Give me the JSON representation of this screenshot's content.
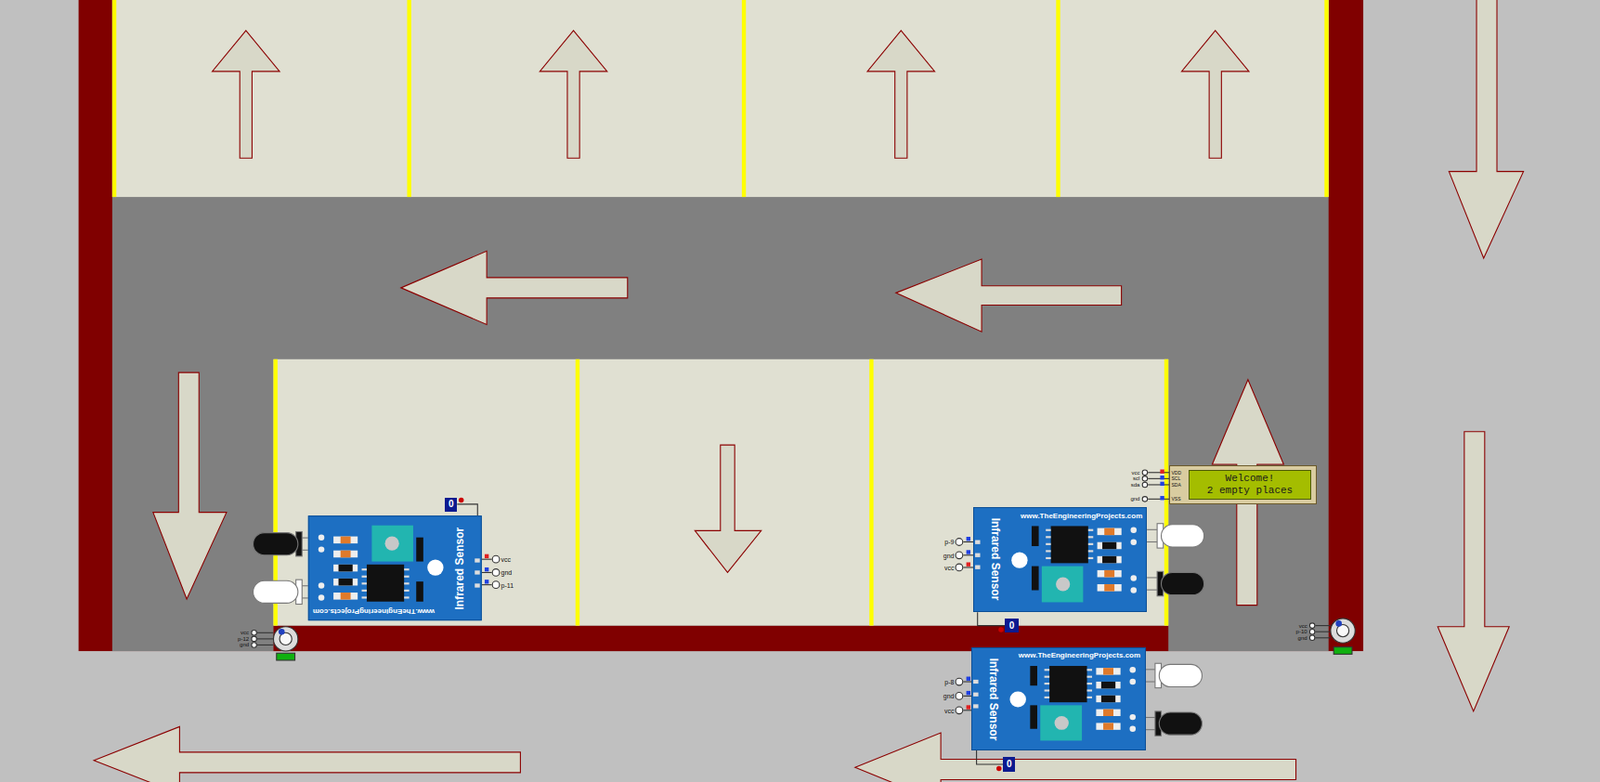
{
  "diagram": {
    "nodes": [
      {
        "text": [
          "Welcome!",
          "2 empty places"
        ]
      },
      {
        "text": [
          "Infrared Sensor",
          "www.TheEngineeringProjects.com"
        ]
      },
      {
        "text": [
          "Infrared Sensor",
          "www.TheEngineeringProjects.com"
        ]
      },
      {
        "text": [
          "Infrared Sensor",
          "www.TheEngineeringProjects.com"
        ]
      }
    ],
    "labels": [
      "0",
      "vcc",
      "gnd",
      "p-11",
      "VDD",
      "SCL",
      "SDA",
      "VSS",
      "vcc",
      "scl",
      "sda",
      "gnd",
      "p-9",
      "gnd",
      "vcc",
      "0",
      "vcc",
      "p-12",
      "gnd",
      "vcc",
      "p-10",
      "gnd",
      "p-8",
      "gnd",
      "vcc",
      "0"
    ]
  }
}
